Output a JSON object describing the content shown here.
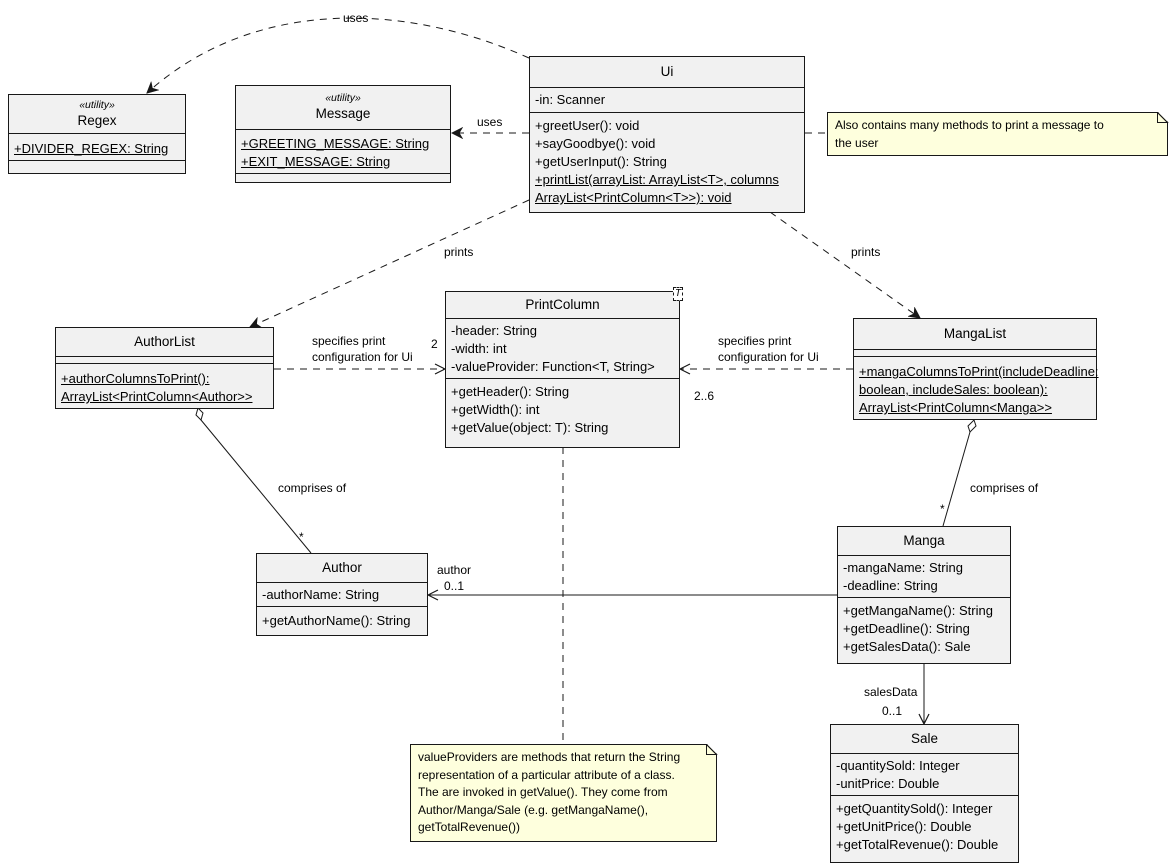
{
  "classes": {
    "regex": {
      "stereotype": "«utility»",
      "name": "Regex",
      "attributes": [
        "+DIVIDER_REGEX: String"
      ]
    },
    "message": {
      "stereotype": "«utility»",
      "name": "Message",
      "attributes": [
        "+GREETING_MESSAGE: String",
        "+EXIT_MESSAGE: String"
      ]
    },
    "ui": {
      "name": "Ui",
      "attributes": [
        "-in: Scanner"
      ],
      "methods": [
        "+greetUser(): void",
        "+sayGoodbye(): void",
        "+getUserInput(): String",
        "+printList(arrayList: ArrayList<T>, columns",
        "ArrayList<PrintColumn<T>>): void"
      ]
    },
    "print_column": {
      "name": "PrintColumn",
      "type_param": "T",
      "attributes": [
        "-header: String",
        "-width: int",
        "-valueProvider: Function<T, String>"
      ],
      "methods": [
        "+getHeader(): String",
        "+getWidth(): int",
        "+getValue(object: T): String"
      ]
    },
    "author_list": {
      "name": "AuthorList",
      "methods": [
        "+authorColumnsToPrint():",
        "ArrayList<PrintColumn<Author>>"
      ]
    },
    "manga_list": {
      "name": "MangaList",
      "methods": [
        "+mangaColumnsToPrint(includeDeadline:",
        "boolean, includeSales: boolean):",
        "ArrayList<PrintColumn<Manga>>"
      ]
    },
    "author": {
      "name": "Author",
      "attributes": [
        "-authorName: String"
      ],
      "methods": [
        "+getAuthorName(): String"
      ]
    },
    "manga": {
      "name": "Manga",
      "attributes": [
        "-mangaName: String",
        "-deadline: String"
      ],
      "methods": [
        "+getMangaName(): String",
        "+getDeadline(): String",
        "+getSalesData(): Sale"
      ]
    },
    "sale": {
      "name": "Sale",
      "attributes": [
        "-quantitySold: Integer",
        "-unitPrice: Double"
      ],
      "methods": [
        "+getQuantitySold(): Integer",
        "+getUnitPrice(): Double",
        "+getTotalRevenue(): Double"
      ]
    }
  },
  "notes": {
    "ui_note": [
      "Also contains many methods to print a message to",
      "the user"
    ],
    "value_provider_note": [
      "valueProviders are methods that return the String",
      "representation of a particular attribute of a class.",
      "The are invoked in getValue(). They come from",
      "Author/Manga/Sale (e.g. getMangaName(),",
      "getTotalRevenue())"
    ]
  },
  "labels": {
    "uses_regex": "uses",
    "uses_message": "uses",
    "prints_author": "prints",
    "prints_manga": "prints",
    "specifies_left_1": "specifies print",
    "specifies_left_2": "configuration for Ui",
    "specifies_right_1": "specifies print",
    "specifies_right_2": "configuration for Ui",
    "mult_left": "2",
    "mult_right": "2..6",
    "comprises_left": "comprises of",
    "comprises_right": "comprises of",
    "star_left": "*",
    "star_right": "*",
    "author_role": "author",
    "author_mult": "0..1",
    "sales_role": "salesData",
    "sales_mult": "0..1"
  }
}
